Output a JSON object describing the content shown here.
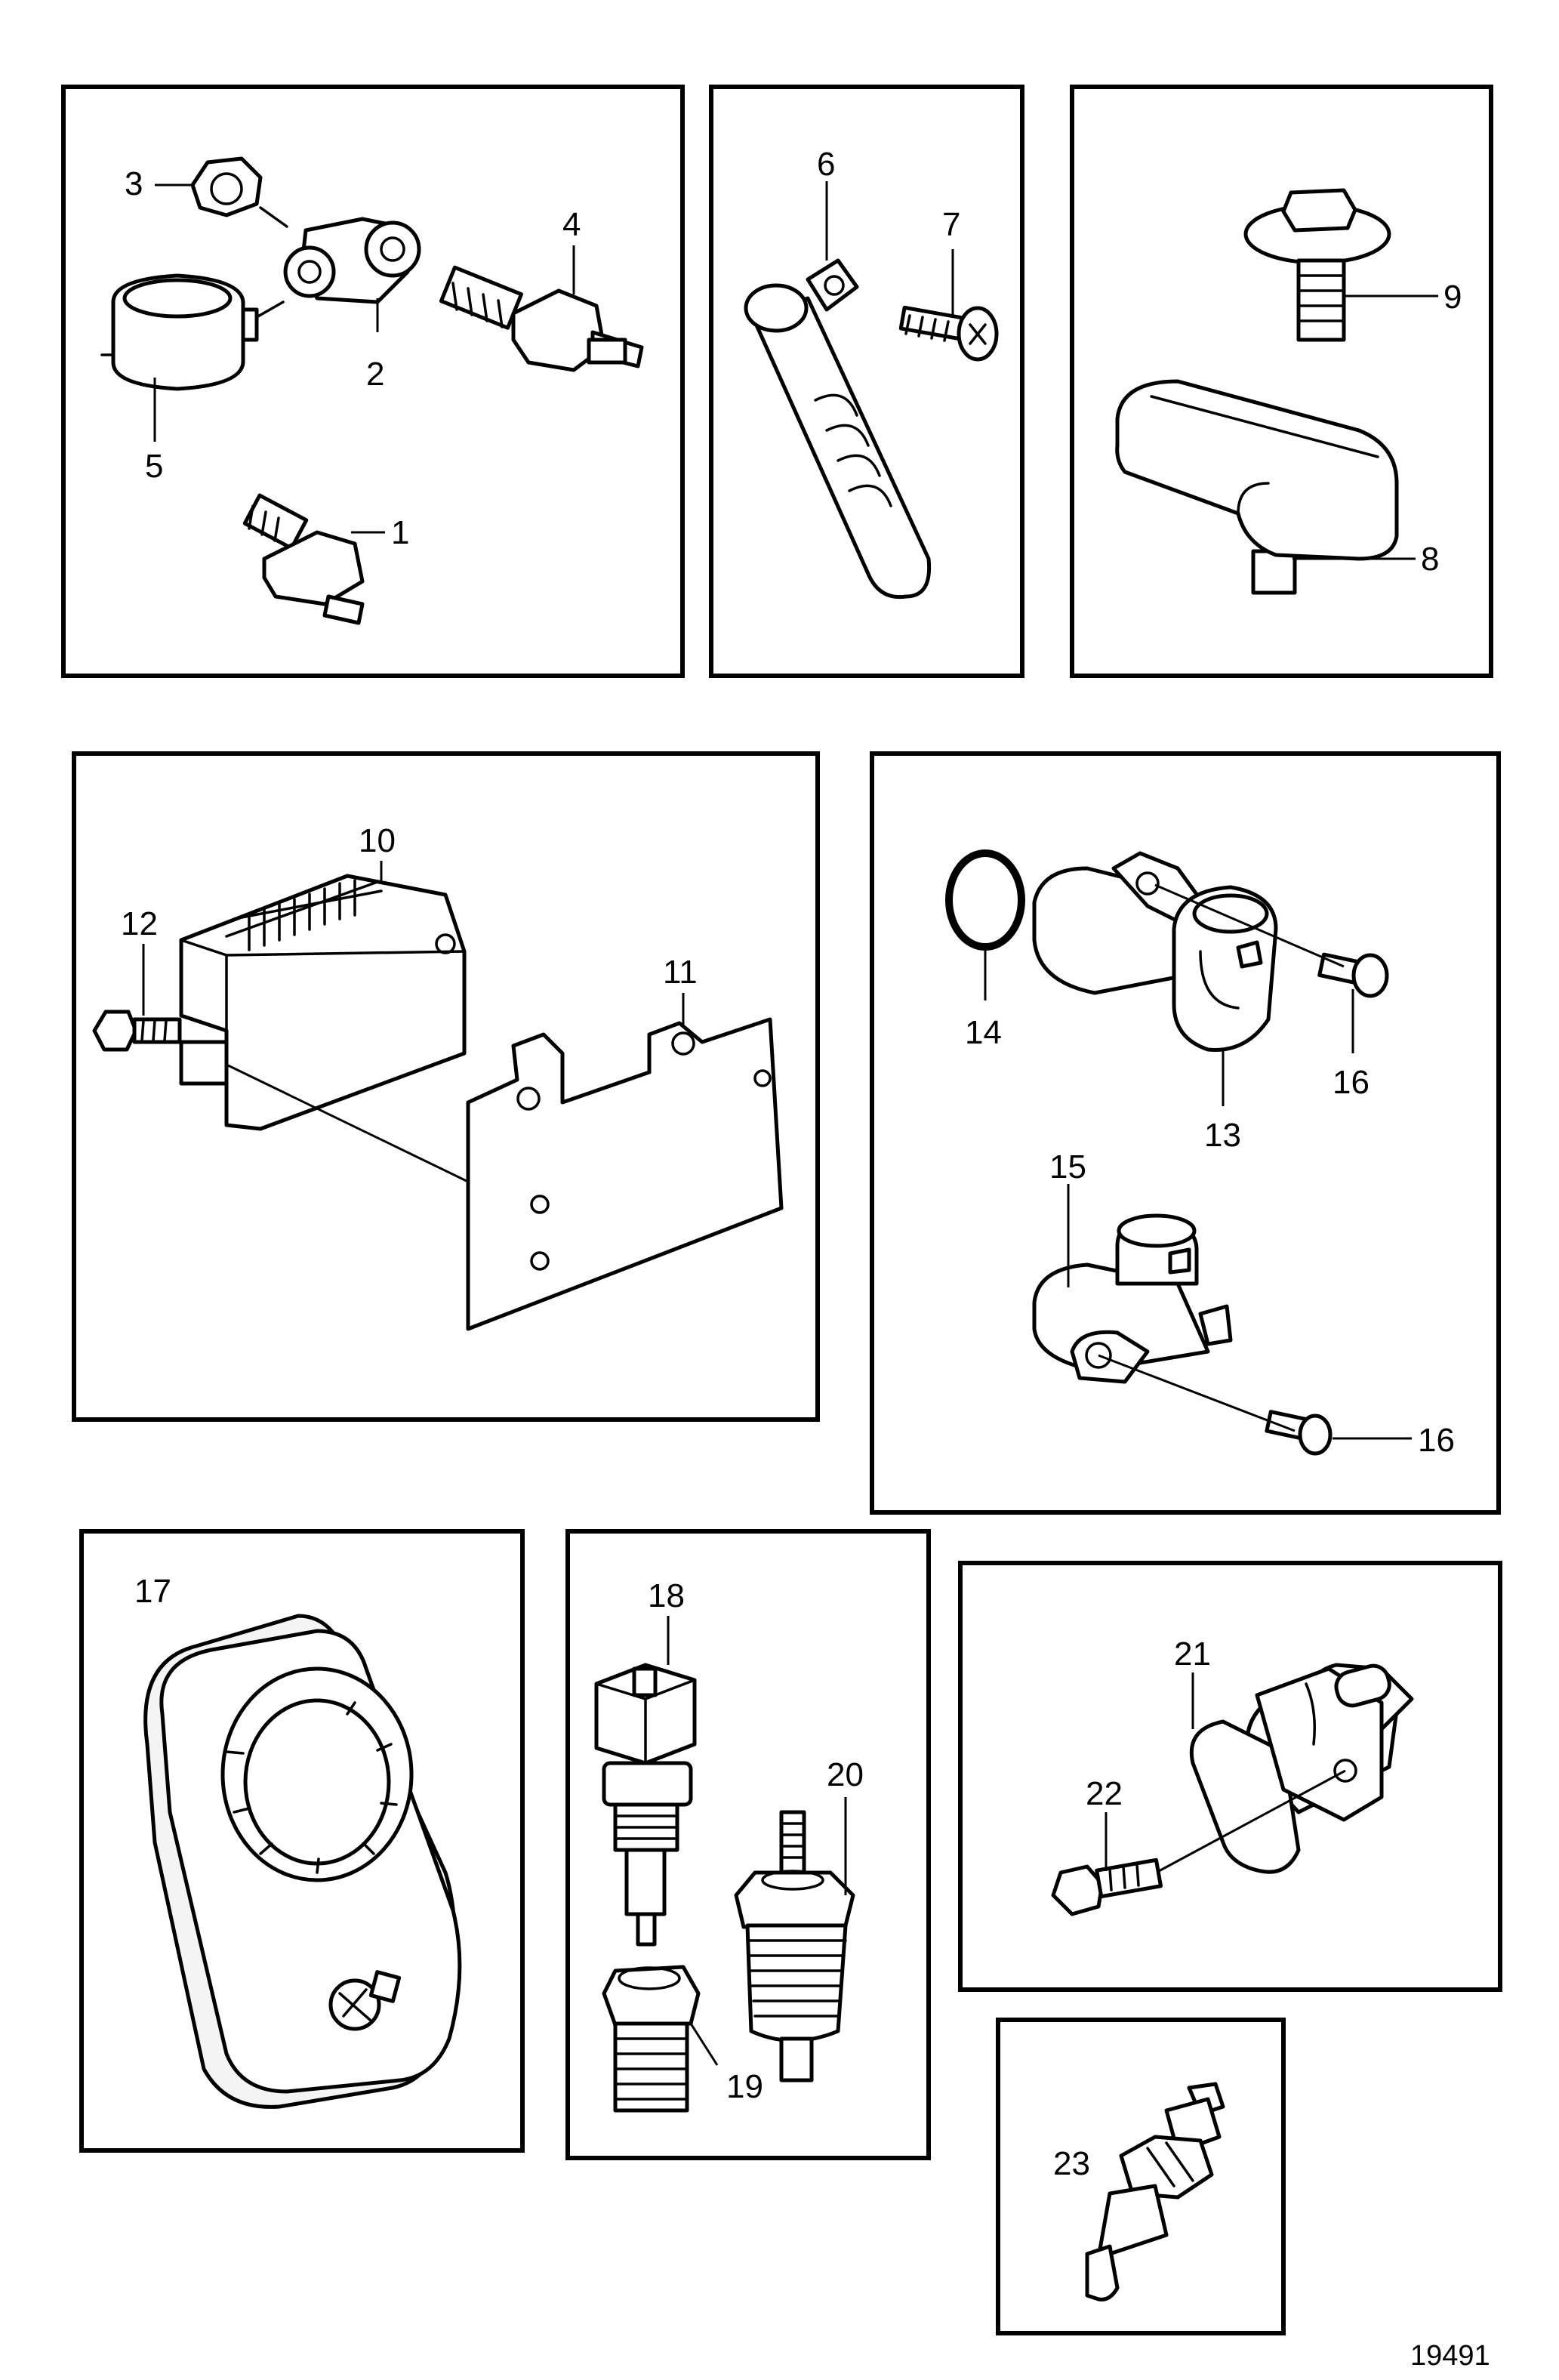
{
  "callouts": {
    "c1": "1",
    "c2": "2",
    "c3": "3",
    "c4": "4",
    "c5": "5",
    "c6": "6",
    "c7": "7",
    "c8": "8",
    "c9": "9",
    "c10": "10",
    "c11": "11",
    "c12": "12",
    "c13": "13",
    "c14": "14",
    "c15": "15",
    "c16a": "16",
    "c16b": "16",
    "c17": "17",
    "c18": "18",
    "c19": "19",
    "c20": "20",
    "c21": "21",
    "c22": "22",
    "c23": "23"
  },
  "figure_ref": "19491"
}
